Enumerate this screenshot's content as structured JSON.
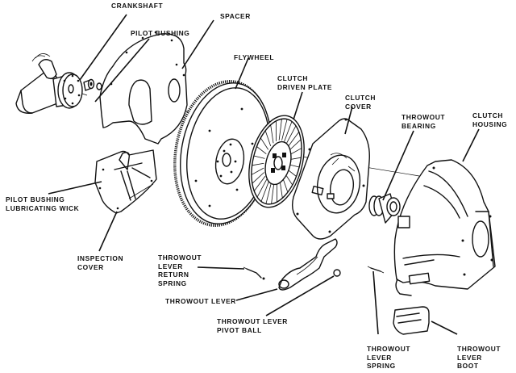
{
  "diagram": {
    "title": "Clutch assembly exploded view",
    "background": "#ffffff",
    "ink_color": "#111111",
    "labels": {
      "crankshaft": "CRANKSHAFT",
      "spacer": "SPACER",
      "pilot_bushing": "PILOT BUSHING",
      "flywheel": "FLYWHEEL",
      "clutch_driven_plate": "CLUTCH\nDRIVEN PLATE",
      "clutch_cover": "CLUTCH\nCOVER",
      "throwout_bearing": "THROWOUT\nBEARING",
      "clutch_housing": "CLUTCH\nHOUSING",
      "pilot_bushing_lubricating_wick": "PILOT BUSHING\nLUBRICATING WICK",
      "inspection_cover": "INSPECTION\nCOVER",
      "throwout_lever_return_spring": "THROWOUT\nLEVER\nRETURN\nSPRING",
      "throwout_lever": "THROWOUT LEVER",
      "throwout_lever_pivot_ball": "THROWOUT LEVER\nPIVOT BALL",
      "throwout_lever_spring": "THROWOUT\nLEVER\nSPRING",
      "throwout_lever_boot": "THROWOUT\nLEVER\nBOOT"
    },
    "parts": [
      "crankshaft",
      "pilot-bushing",
      "pilot-bushing-lubricating-wick",
      "spacer",
      "inspection-cover",
      "flywheel",
      "clutch-driven-plate",
      "clutch-cover",
      "throwout-bearing",
      "clutch-housing",
      "throwout-lever-return-spring",
      "throwout-lever",
      "throwout-lever-pivot-ball",
      "throwout-lever-spring",
      "throwout-lever-boot"
    ]
  }
}
